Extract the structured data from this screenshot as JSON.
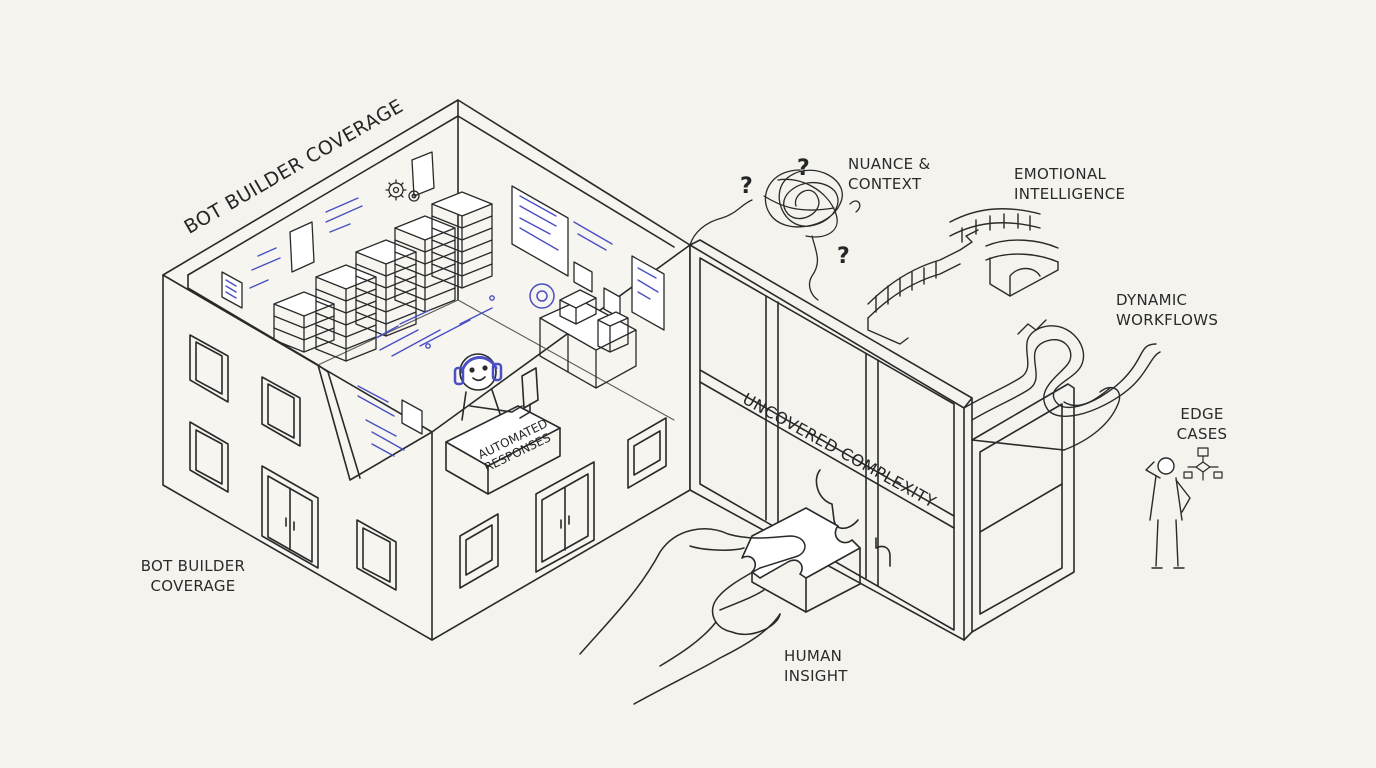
{
  "diagram": {
    "roof_label": "BOT BUILDER COVERAGE",
    "coverage_label": {
      "line1": "BOT BUILDER",
      "line2": "COVERAGE"
    },
    "desk_label": {
      "line1": "AUTOMATED",
      "line2": "RESPONSES"
    },
    "wall_label": "UNCOVERED COMPLEXITY",
    "nuance_label": {
      "line1": "NUANCE &",
      "line2": "CONTEXT"
    },
    "emotional_label": {
      "line1": "EMOTIONAL",
      "line2": "INTELLIGENCE"
    },
    "workflows_label": {
      "line1": "DYNAMIC",
      "line2": "WORKFLOWS"
    },
    "edge_label": {
      "line1": "EDGE",
      "line2": "CASES"
    },
    "human_label": {
      "line1": "HUMAN",
      "line2": "INSIGHT"
    },
    "question_mark": "?",
    "colors": {
      "ink": "#2a2a2a",
      "accent": "#4b4fc4",
      "accent_light": "#6f73d8",
      "paper": "#f4f3ee"
    }
  }
}
